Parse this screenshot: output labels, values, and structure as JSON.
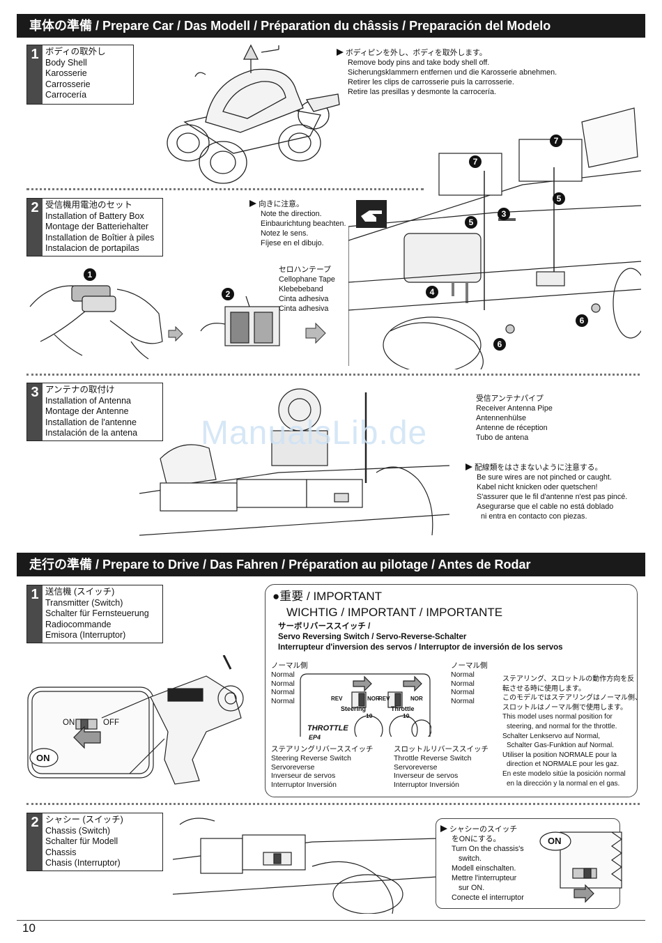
{
  "header1": "車体の準備 / Prepare Car / Das Modell / Préparation du châssis / Preparación del Modelo",
  "step1": {
    "num": "1",
    "lines": [
      "ボディの取外し",
      "Body Shell",
      "Karosserie",
      "Carrosserie",
      "Carrocería"
    ]
  },
  "step1_note": [
    "ボディピンを外し、ボディを取外します。",
    "Remove body pins and take body shell off.",
    "Sicherungsklammern entfernen und die Karosserie abnehmen.",
    "Retirer les clips de carrosserie puis la carrosserie.",
    "Retire las presillas y desmonte la carrocería."
  ],
  "step2": {
    "num": "2",
    "lines": [
      "受信機用電池のセット",
      "Installation of Battery Box",
      "Montage der Batteriehalter",
      "Installation de Boîtier à piles",
      "Instalacion de portapilas"
    ]
  },
  "step2_note": [
    "向きに注意。",
    "Note the direction.",
    "Einbaurichtung beachten.",
    "Notez le sens.",
    "Fíjese en el dibujo."
  ],
  "tape": [
    "セロハンテープ",
    "Cellophane Tape",
    "Klebebeband",
    "Cinta adhesiva",
    "Cinta adhesiva"
  ],
  "badges": {
    "b1": "1",
    "b2": "2",
    "b3": "3",
    "b4": "4",
    "b5": "5",
    "b6": "6",
    "b7": "7"
  },
  "step3": {
    "num": "3",
    "lines": [
      "アンテナの取付け",
      "Installation of Antenna",
      "Montage der Antenne",
      "Installation de l'antenne",
      "Instalación de la antena"
    ]
  },
  "antenna_pipe": [
    "受信アンテナパイプ",
    "Receiver Antenna Pipe",
    "Antennenhülse",
    "Antenne de réception",
    "Tubo de antena"
  ],
  "wire_note": [
    "配線類をはさまないように注意する。",
    "Be sure wires are not pinched or caught.",
    "Kabel nicht knicken oder quetschen!",
    "S'assurer que le fil d'antenne n'est pas pincé.",
    "Asegurarse que el cable no está doblado",
    "ni entra en contacto con piezas."
  ],
  "watermark": "ManualsLib.de",
  "header2": "走行の準備 / Prepare to Drive / Das Fahren / Préparation au pilotage / Antes de Rodar",
  "drive1": {
    "num": "1",
    "lines": [
      "送信機 (スイッチ)",
      "Transmitter (Switch)",
      "Schalter für Fernsteuerung",
      "Radiocommande",
      "Emisora (Interruptor)"
    ]
  },
  "tx_labels": {
    "on": "ON",
    "off": "OFF",
    "on_badge": "ON"
  },
  "important": {
    "jp": "重要",
    "title1": "IMPORTANT",
    "title2": "WICHTIG / IMPORTANT / IMPORTANTE",
    "sub1": "サーボリバーススイッチ /",
    "sub2": "Servo Reversing Switch / Servo-Reverse-Schalter",
    "sub3": "Interrupteur d'inversion des servos / Interruptor de inversión de los servos",
    "normal_left": [
      "ノーマル側",
      "Normal",
      "Normal",
      "Normal",
      "Normal"
    ],
    "normal_right": [
      "ノーマル側",
      "Normal",
      "Normal",
      "Normal",
      "Normal"
    ],
    "sw": {
      "rev": "REV",
      "nor": "NOR",
      "steering": "Steering",
      "throttle": "Throttle",
      "brand": "THROTTLE",
      "brand2": "EP4",
      "ten": "10"
    },
    "steer_rev": [
      "ステアリングリバーススイッチ",
      "Steering Reverse Switch",
      "Servoreverse",
      "Inverseur de servos",
      "Interruptor Inversión"
    ],
    "throttle_rev": [
      "スロットルリバーススイッチ",
      "Throttle Reverse Switch",
      "Servoreverse",
      "Inverseur de servos",
      "Interruptor Inversión"
    ],
    "desc": [
      "ステアリング、スロットルの動作方向を反",
      "転させる時に使用します。",
      "このモデルではステアリングはノーマル側、",
      "スロットルはノーマル側で使用します。",
      "This model uses normal position for",
      "steering, and normal for the throttle.",
      "Schalter Lenkservo auf Normal,",
      "Schalter Gas-Funktion auf Normal.",
      "Utiliser la position NORMALE pour la",
      "direction et NORMALE pour les gaz.",
      "En este modelo sitúe la posición normal",
      "en la dirección y la normal en el gas."
    ]
  },
  "drive2": {
    "num": "2",
    "lines": [
      "シャシー (スイッチ)",
      "Chassis (Switch)",
      "Schalter für Modell",
      "Chassis",
      "Chasis (Interruptor)"
    ]
  },
  "chassis_note": [
    "シャシーのスイッチ",
    "をONにする。",
    "Turn On the chassis's",
    "switch.",
    "Modell einschalten.",
    "Mettre l'interrupteur",
    "sur ON.",
    "Conecte el interruptor"
  ],
  "chassis_on": "ON",
  "page_number": "10"
}
